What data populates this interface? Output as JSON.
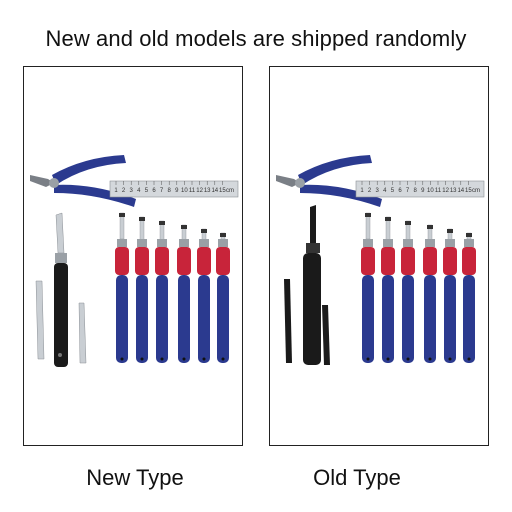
{
  "headline": "New and old models are shipped randomly",
  "panels": [
    {
      "caption": "New Type",
      "ruler_numbers": [
        "1",
        "2",
        "3",
        "4",
        "5",
        "6",
        "7",
        "8",
        "9",
        "10",
        "11",
        "12",
        "13",
        "14",
        "15"
      ],
      "ruler_unit": "cm",
      "icons": [
        "side-cutter-pliers-icon",
        "steel-ruler-icon",
        "hobby-knife-icon",
        "spare-blade-icon",
        "chisel-set-icon"
      ]
    },
    {
      "caption": "Old Type",
      "ruler_numbers": [
        "1",
        "2",
        "3",
        "4",
        "5",
        "6",
        "7",
        "8",
        "9",
        "10",
        "11",
        "12",
        "13",
        "14",
        "15"
      ],
      "ruler_unit": "cm",
      "icons": [
        "side-cutter-pliers-icon",
        "steel-ruler-icon",
        "hobby-knife-icon",
        "spare-blade-icon",
        "chisel-set-icon"
      ]
    }
  ],
  "colors": {
    "handle_blue": "#2b3a8f",
    "grip_red": "#c8243a",
    "steel": "#c9ced3",
    "black": "#1a1a1a"
  }
}
